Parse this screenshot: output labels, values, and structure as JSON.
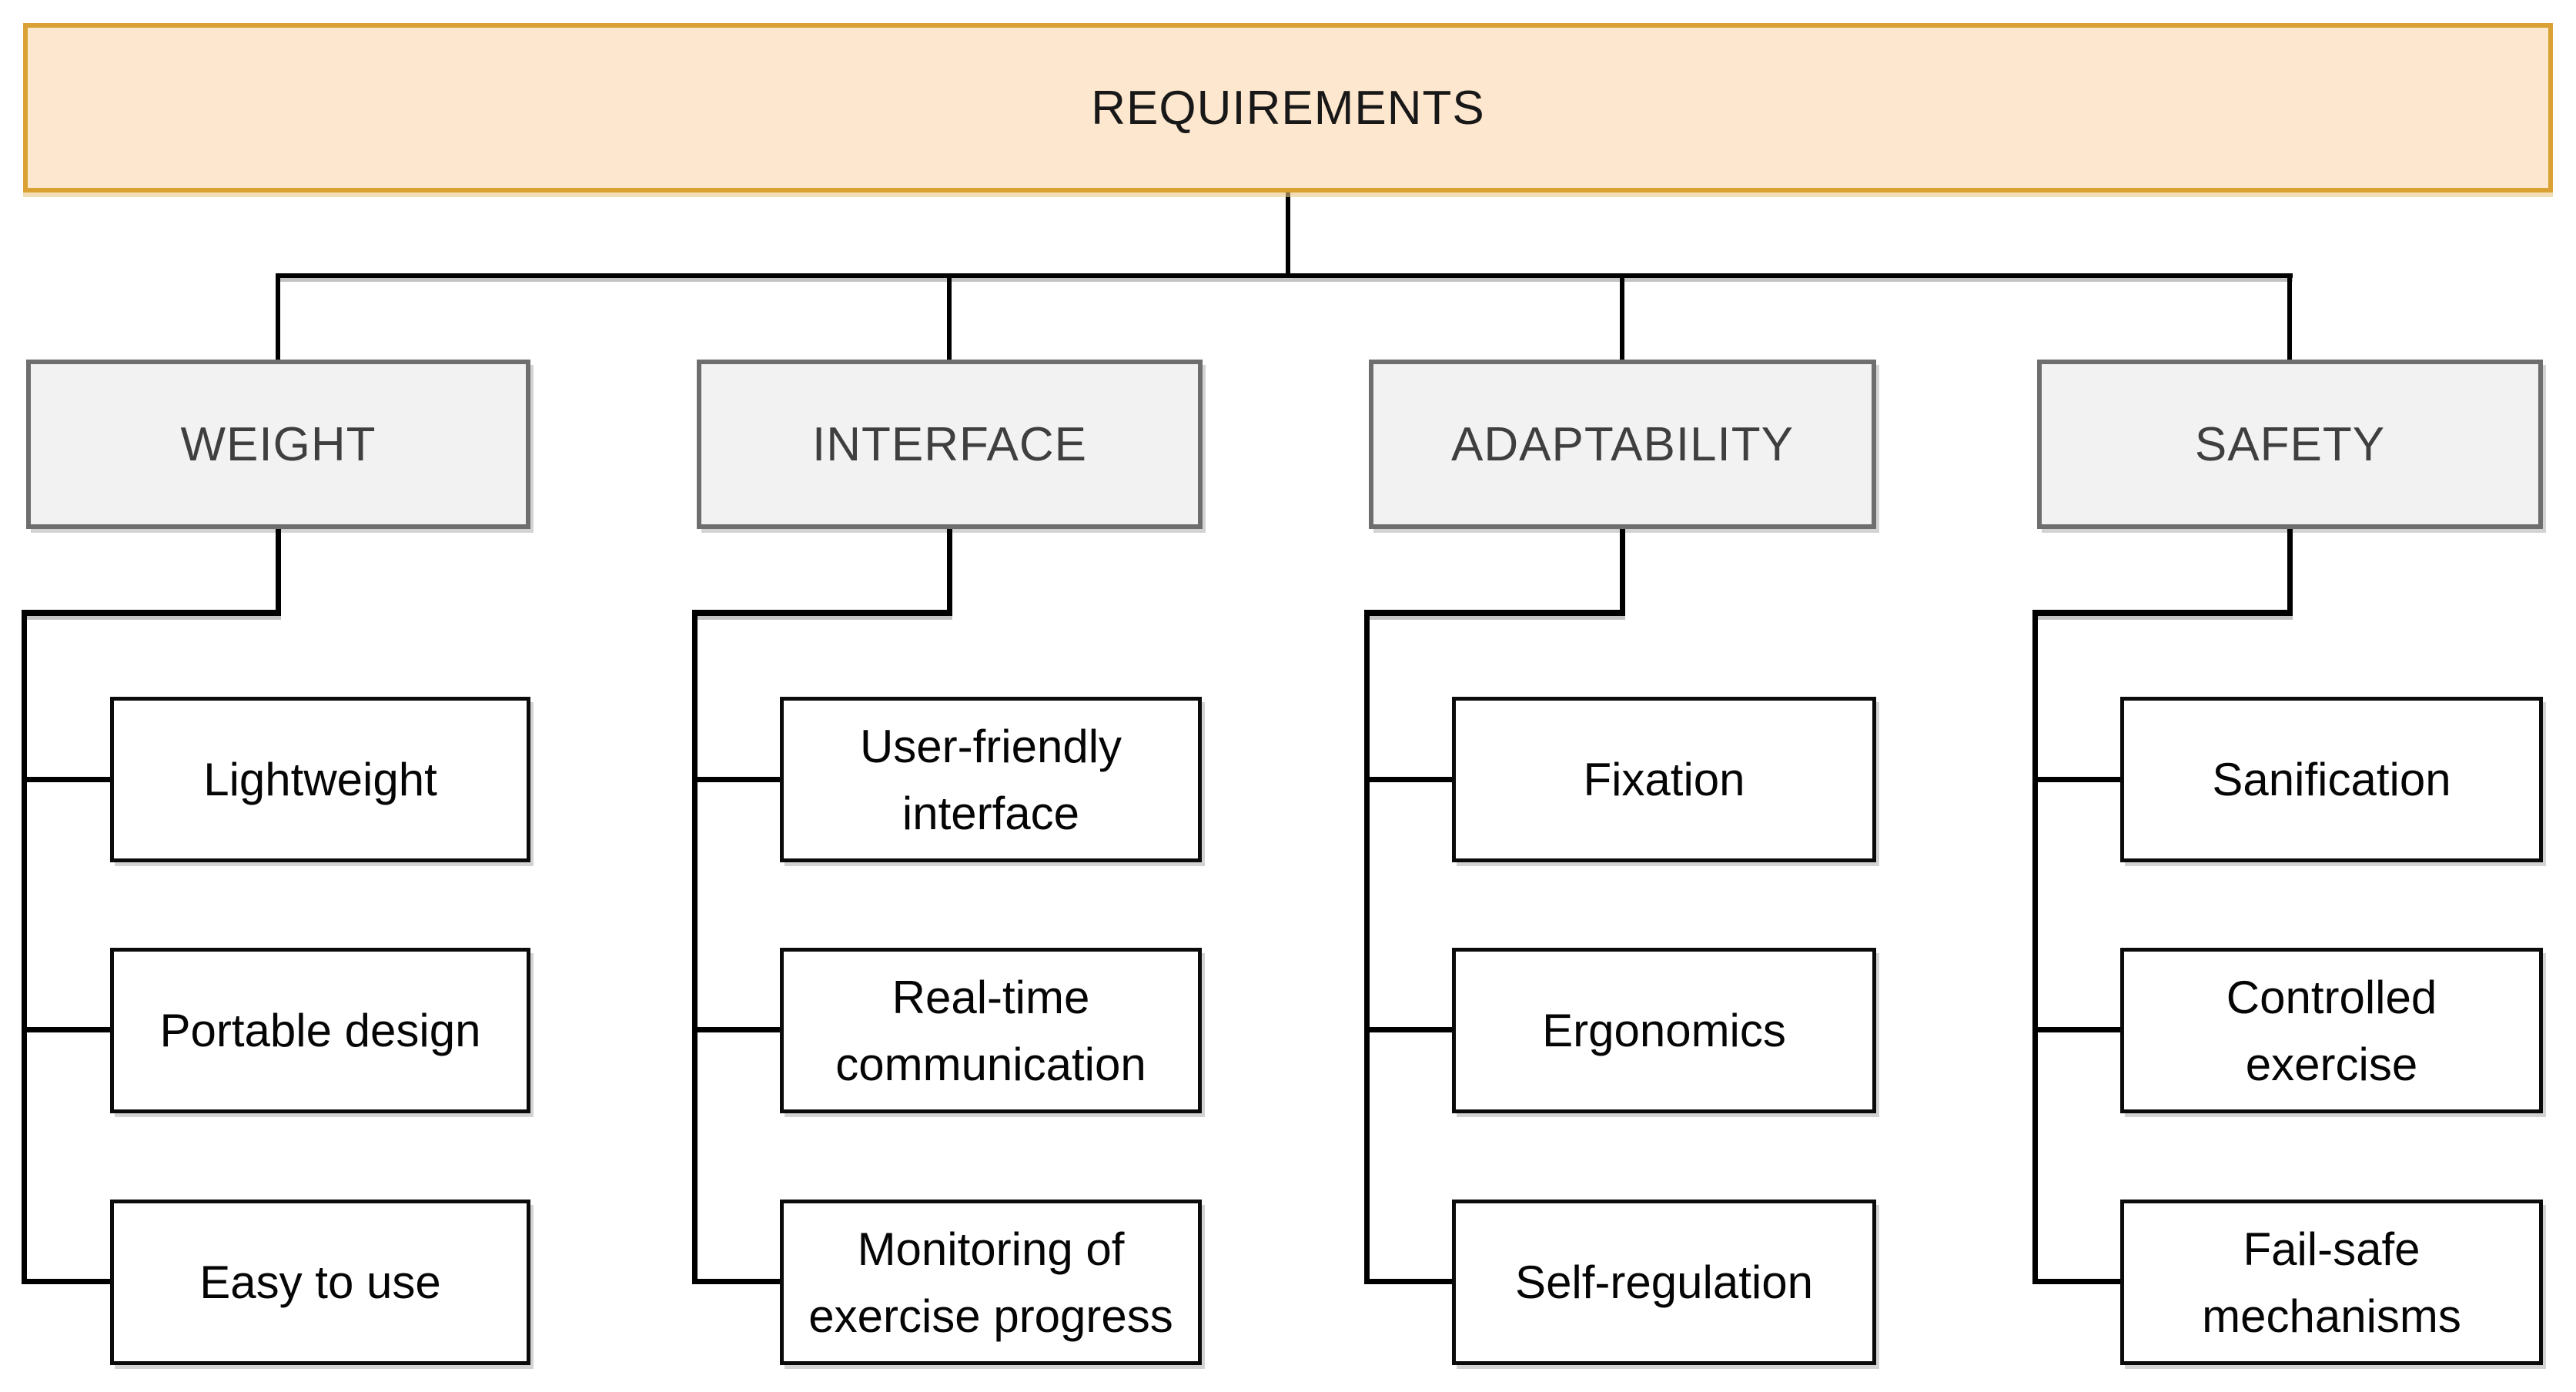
{
  "colors": {
    "background": "#ffffff",
    "root_fill": "#fde7ce",
    "root_border": "#d9a232",
    "root_text": "#181818",
    "category_fill": "#f2f2f2",
    "category_border": "#6e6e6e",
    "category_text": "#3f3f3f",
    "item_fill": "#ffffff",
    "item_border": "#0b0b0b",
    "item_text": "#050505",
    "connector": "#000000"
  },
  "chart": {
    "type": "tree",
    "root": {
      "label": "REQUIREMENTS"
    },
    "columns": [
      {
        "label": "WEIGHT",
        "items": [
          {
            "label": [
              "Lightweight"
            ]
          },
          {
            "label": [
              "Portable design"
            ]
          },
          {
            "label": [
              "Easy to use"
            ]
          }
        ]
      },
      {
        "label": "INTERFACE",
        "items": [
          {
            "label": [
              "User-friendly",
              "interface"
            ]
          },
          {
            "label": [
              "Real-time",
              "communication"
            ]
          },
          {
            "label": [
              "Monitoring of",
              "exercise progress"
            ]
          }
        ]
      },
      {
        "label": "ADAPTABILITY",
        "items": [
          {
            "label": [
              "Fixation"
            ]
          },
          {
            "label": [
              "Ergonomics"
            ]
          },
          {
            "label": [
              "Self-regulation"
            ]
          }
        ]
      },
      {
        "label": "SAFETY",
        "items": [
          {
            "label": [
              "Sanification"
            ]
          },
          {
            "label": [
              "Controlled",
              "exercise"
            ]
          },
          {
            "label": [
              "Fail-safe",
              "mechanisms"
            ]
          }
        ]
      }
    ]
  }
}
